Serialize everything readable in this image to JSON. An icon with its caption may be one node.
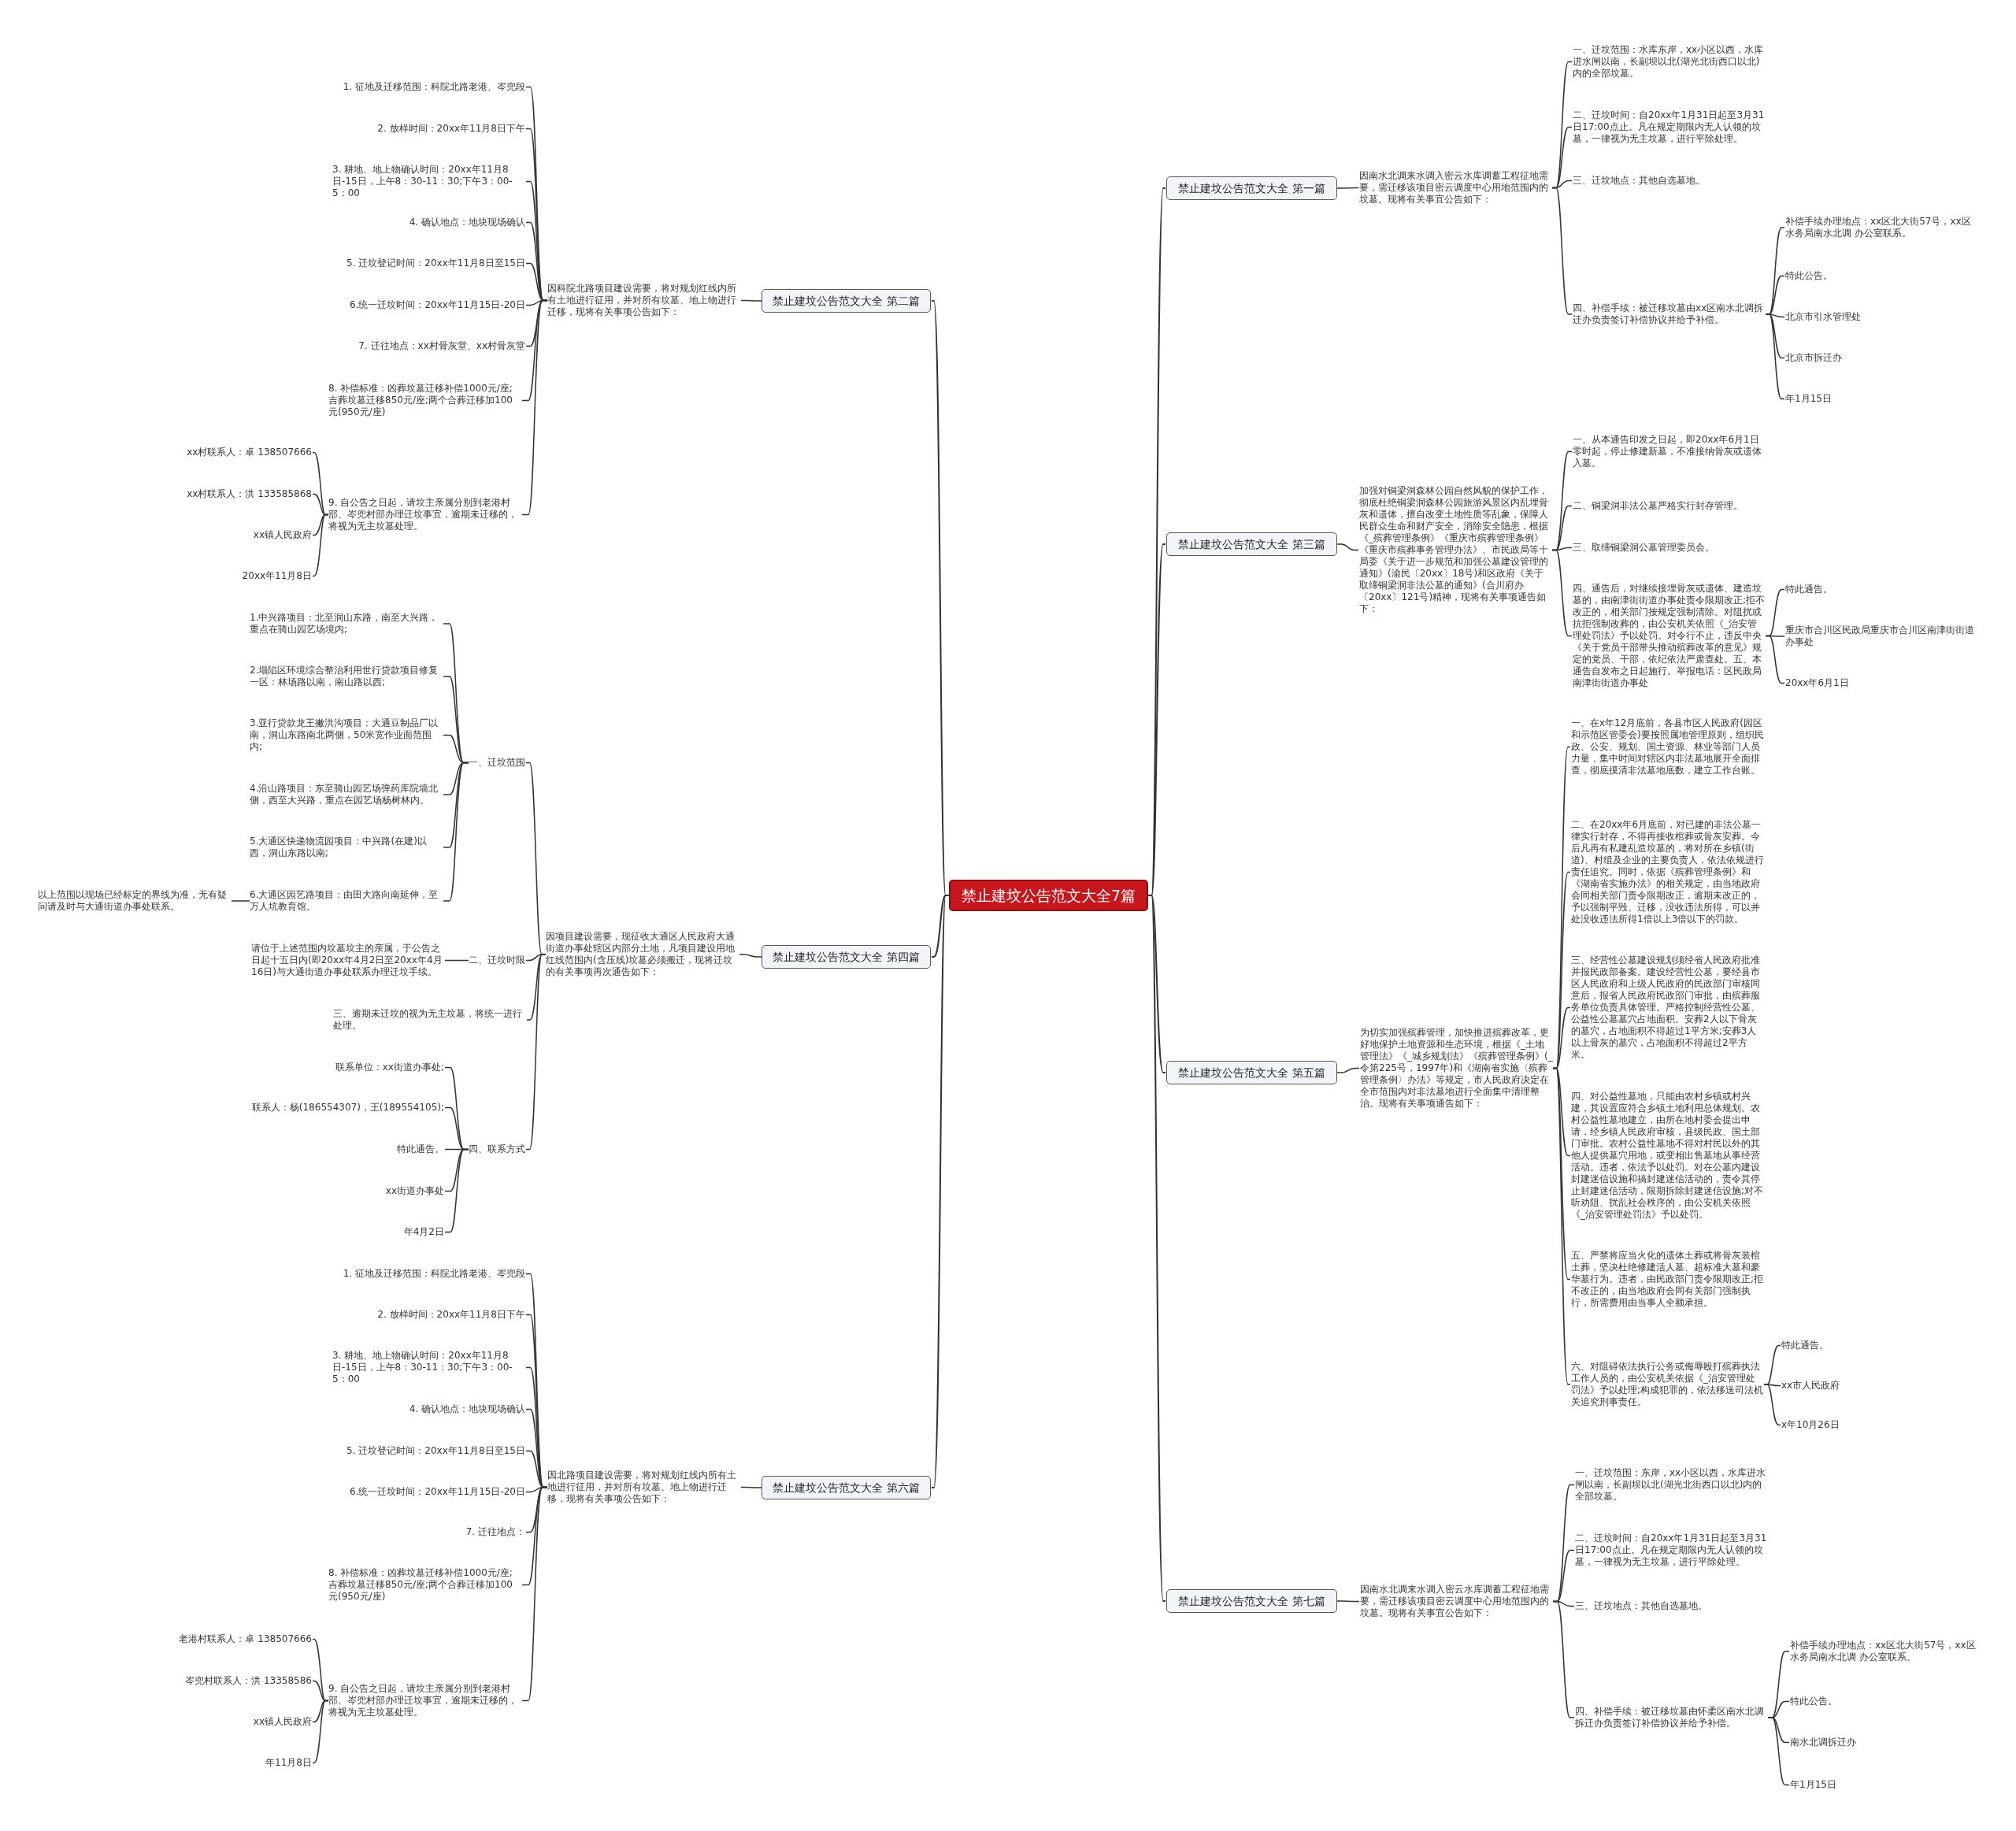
{
  "diagram": {
    "nodes": [
      {
        "text": [
          "禁止建坟公告范文大全7篇"
        ]
      },
      {
        "text": [
          "禁止建坟公告范文大全 第一篇"
        ]
      },
      {
        "text": [
          "因南水北调来水调入密云水库调蓄工程征地需要，需迁移该项目密云调度中心用地范围内的坟墓。现将有关事宜公告如下："
        ]
      },
      {
        "text": [
          "一、迁坟范围：水库东岸，xx小区以西，水库进水闸以南，长副坝以北(湖光北街西口以北)内的全部坟墓。"
        ]
      },
      {
        "text": [
          "二、迁坟时间：自20xx年1月31日起至3月31日17:00点止。凡在规定期限内无人认领的坟墓，一律视为无主坟墓，进行平除处理。"
        ]
      },
      {
        "text": [
          "三、迁坟地点：其他自选墓地。"
        ]
      },
      {
        "text": [
          "四、补偿手续：被迁移坟墓由xx区南水北调拆迁办负责签订补偿协议并给予补偿。"
        ]
      },
      {
        "text": [
          "补偿手续办理地点：xx区北大街57号，xx区水务局南水北调 办公室联系。"
        ]
      },
      {
        "text": [
          "特此公告。"
        ]
      },
      {
        "text": [
          "北京市引水管理处"
        ]
      },
      {
        "text": [
          "北京市拆迁办"
        ]
      },
      {
        "text": [
          "年1月15日"
        ]
      },
      {
        "text": [
          "禁止建坟公告范文大全 第二篇"
        ]
      },
      {
        "text": [
          "因科院北路项目建设需要，将对规划红线内所有土地进行征用，并对所有坟墓、地上物进行迁移，现将有关事项公告如下："
        ]
      },
      {
        "text": [
          "1. 征地及迁移范围：科院北路老港、岑兜段"
        ]
      },
      {
        "text": [
          "2. 放样时间：20xx年11月8日下午"
        ]
      },
      {
        "text": [
          "3. 耕地、地上物确认时间：20xx年11月8日-15日，上午8：30-11：30;下午3：00-5：00"
        ]
      },
      {
        "text": [
          "4. 确认地点：地块现场确认"
        ]
      },
      {
        "text": [
          "5. 迁坟登记时间：20xx年11月8日至15日"
        ]
      },
      {
        "text": [
          "6.统一迁坟时间：20xx年11月15日-20日"
        ]
      },
      {
        "text": [
          "7. 迁往地点：xx村骨灰堂、xx村骨灰堂"
        ]
      },
      {
        "text": [
          "8. 补偿标准：凶葬坟墓迁移补偿1000元/座;吉葬坟墓迁移850元/座;两个合葬迁移加100元(950元/座)"
        ]
      },
      {
        "text": [
          "9. 自公告之日起，请坟主亲属分别到老港村部、岑兜村部办理迁坟事宜，逾期未迁移的，将视为无主坟墓处理。"
        ]
      },
      {
        "text": [
          "xx村联系人：卓 138507666"
        ]
      },
      {
        "text": [
          "xx村联系人：洪 133585868"
        ]
      },
      {
        "text": [
          "xx镇人民政府"
        ]
      },
      {
        "text": [
          "20xx年11月8日"
        ]
      },
      {
        "text": [
          "禁止建坟公告范文大全 第三篇"
        ]
      },
      {
        "text": [
          "加强对铜梁洞森林公园自然风貌的保护工作，彻底杜绝铜梁洞森林公园旅游风景区内乱埋骨灰和遗体，擅自改变土地性质等乱象，保障人民群众生命和财产安全，消除安全隐患，根据《_殡葬管理条例》《重庆市殡葬管理条例》《重庆市殡葬事务管理办法》、市民政局等十局委《关于进一步规范和加强公墓建设管理的通知》(渝民〔20xx〕18号)和区政府《关于取缔铜梁洞非法公墓的通知》(合川府办〔20xx〕121号)精神，现将有关事项通告如下："
        ]
      },
      {
        "text": [
          "一、从本通告印发之日起，即20xx年6月1日零时起，停止修建新墓，不准接纳骨灰或遗体入墓。"
        ]
      },
      {
        "text": [
          "二、铜梁洞非法公墓严格实行封存管理。"
        ]
      },
      {
        "text": [
          "三、取缔铜梁洞公墓管理委员会。"
        ]
      },
      {
        "text": [
          "四、通告后，对继续接埋骨灰或遗体、建造坟墓的，由南津街街道办事处责令限期改正;拒不改正的，相关部门按规定强制清除。对阻扰或抗拒强制改葬的，由公安机关依照《_治安管理处罚法》予以处罚。对令行不止，违反中央《关于党员干部带头推动殡葬改革的意见》规定的党员、干部，依纪依法严肃查处。五、本通告自发布之日起施行。举报电话：区民政局南津街街道办事处"
        ]
      },
      {
        "text": [
          "特此通告。"
        ]
      },
      {
        "text": [
          "重庆市合川区民政局重庆市合川区南津街街道办事处"
        ]
      },
      {
        "text": [
          "20xx年6月1日"
        ]
      },
      {
        "text": [
          "禁止建坟公告范文大全 第四篇"
        ]
      },
      {
        "text": [
          "因项目建设需要，现征收大通区人民政府大通街道办事处辖区内部分土地，凡项目建设用地红线范围内(含压线)坟墓必须搬迁，现将迁坟的有关事项再次通告如下："
        ]
      },
      {
        "text": [
          "一、迁坟范围"
        ]
      },
      {
        "text": [
          "1.中兴路项目：北至洞山东路，南至大兴路，重点在骑山园艺场境内;"
        ]
      },
      {
        "text": [
          "2.塌陷区环境综合整治利用世行贷款项目修复一区：林场路以南，南山路以西;"
        ]
      },
      {
        "text": [
          "3.亚行贷款龙王撇洪沟项目：大通豆制品厂以南，洞山东路南北两侧，50米宽作业面范围内;"
        ]
      },
      {
        "text": [
          "4.沿山路项目：东至骑山园艺场弹药库院墙北侧，西至大兴路，重点在园艺场杨树林内。"
        ]
      },
      {
        "text": [
          "5.大通区快递物流园项目：中兴路(在建)以西，洞山东路以南;"
        ]
      },
      {
        "text": [
          "6.大通区园艺路项目：由田大路向南延伸，至万人坑教育馆。"
        ]
      },
      {
        "text": [
          "以上范围以现场已经标定的界线为准，无有疑问请及时与大通街道办事处联系。"
        ]
      },
      {
        "text": [
          "二、迁坟时限"
        ]
      },
      {
        "text": [
          "请位于上述范围内坟墓坟主的亲属，于公告之日起十五日内(即20xx年4月2日至20xx年4月16日)与大通街道办事处联系办理迁坟手续。"
        ]
      },
      {
        "text": [
          "三、逾期未迁坟的视为无主坟墓，将统一进行处理。"
        ]
      },
      {
        "text": [
          "四、联系方式"
        ]
      },
      {
        "text": [
          "联系单位：xx街道办事处;"
        ]
      },
      {
        "text": [
          "联系人：杨(186554307)，王(189554105);"
        ]
      },
      {
        "text": [
          "特此通告。"
        ]
      },
      {
        "text": [
          "xx街道办事处"
        ]
      },
      {
        "text": [
          "年4月2日"
        ]
      },
      {
        "text": [
          "禁止建坟公告范文大全 第五篇"
        ]
      },
      {
        "text": [
          "为切实加强殡葬管理，加快推进殡葬改革，更好地保护土地资源和生态环境，根据《_土地管理法》《_城乡规划法》《殡葬管理条例》(_令第225号，1997年)和《湖南省实施〈殡葬管理条例〉办法》等规定，市人民政府决定在全市范围内对非法墓地进行全面集中清理整治。现将有关事项通告如下："
        ]
      },
      {
        "text": [
          "一、在x年12月底前，各县市区人民政府(园区和示范区管委会)要按照属地管理原则，组织民政、公安、规划、国土资源、林业等部门人员力量，集中时间对辖区内非法墓地展开全面排查，彻底摸清非法墓地底数，建立工作台账。"
        ]
      },
      {
        "text": [
          "二、在20xx年6月底前，对已建的非法公墓一律实行封存，不得再接收棺葬或骨灰安葬。今后凡再有私建乱造坟墓的，将对所在乡镇(街道)、村组及企业的主要负责人，依法依规进行责任追究。同时，依据《殡葬管理条例》和《湖南省实施办法》的相关规定，由当地政府会同相关部门责令限期改正，逾期未改正的，予以强制平毁、迁移，没收违法所得，可以并处没收违法所得1倍以上3倍以下的罚款。"
        ]
      },
      {
        "text": [
          "三、经营性公墓建设规划须经省人民政府批准并报民政部备案。建设经营性公墓，要经县市区人民政府和上级人民政府的民政部门审核同意后，报省人民政府民政部门审批，由殡葬服务单位负责具体管理。严格控制经营性公墓、公益性公墓墓穴占地面积。安葬2人以下骨灰的墓穴，占地面积不得超过1平方米;安葬3人以上骨灰的墓穴，占地面积不得超过2平方米。"
        ]
      },
      {
        "text": [
          "四、对公益性墓地，只能由农村乡镇或村兴建，其设置应符合乡镇土地利用总体规划。农村公益性墓地建立，由所在地村委会提出申请，经乡镇人民政府审核，县级民政、国土部门审批。农村公益性墓地不得对村民以外的其他人提供墓穴用地，或变相出售墓地从事经营活动。违者，依法予以处罚。对在公墓内建设封建迷信设施和搞封建迷信活动的，责令其停止封建迷信活动，限期拆除封建迷信设施;对不听劝阻、扰乱社会秩序的，由公安机关依照《_治安管理处罚法》予以处罚。"
        ]
      },
      {
        "text": [
          "五、严禁将应当火化的遗体土葬或将骨灰装棺土葬，坚决杜绝修建活人墓、超标准大墓和豪华墓行为。违者，由民政部门责令限期改正;拒不改正的，由当地政府会同有关部门强制执行，所需费用由当事人全额承担。"
        ]
      },
      {
        "text": [
          "六、对阻碍依法执行公务或侮辱殴打殡葬执法工作人员的，由公安机关依据《_治安管理处罚法》予以处理;构成犯罪的，依法移送司法机关追究刑事责任。"
        ]
      },
      {
        "text": [
          "特此通告。"
        ]
      },
      {
        "text": [
          "xx市人民政府"
        ]
      },
      {
        "text": [
          "x年10月26日"
        ]
      },
      {
        "text": [
          "禁止建坟公告范文大全 第六篇"
        ]
      },
      {
        "text": [
          "因北路项目建设需要，将对规划红线内所有土地进行征用，并对所有坟墓、地上物进行迁移，现将有关事项公告如下："
        ]
      },
      {
        "text": [
          "1. 征地及迁移范围：科院北路老港、岑兜段"
        ]
      },
      {
        "text": [
          "2. 放样时间：20xx年11月8日下午"
        ]
      },
      {
        "text": [
          "3. 耕地、地上物确认时间：20xx年11月8日-15日，上午8：30-11：30;下午3：00-5：00"
        ]
      },
      {
        "text": [
          "4. 确认地点：地块现场确认"
        ]
      },
      {
        "text": [
          "5. 迁坟登记时间：20xx年11月8日至15日"
        ]
      },
      {
        "text": [
          "6.统一迁坟时间：20xx年11月15日-20日"
        ]
      },
      {
        "text": [
          "7. 迁往地点："
        ]
      },
      {
        "text": [
          "8. 补偿标准：凶葬坟墓迁移补偿1000元/座;吉葬坟墓迁移850元/座;两个合葬迁移加100元(950元/座)"
        ]
      },
      {
        "text": [
          "9. 自公告之日起，请坟主亲属分别到老港村部、岑兜村部办理迁坟事宜，逾期未迁移的，将视为无主坟墓处理。"
        ]
      },
      {
        "text": [
          "老港村联系人：卓 138507666"
        ]
      },
      {
        "text": [
          "岑兜村联系人：洪 13358586"
        ]
      },
      {
        "text": [
          "xx镇人民政府"
        ]
      },
      {
        "text": [
          "年11月8日"
        ]
      },
      {
        "text": [
          "禁止建坟公告范文大全 第七篇"
        ]
      },
      {
        "text": [
          "因南水北调来水调入密云水库调蓄工程征地需要，需迁移该项目密云调度中心用地范围内的坟墓。现将有关事宜公告如下："
        ]
      },
      {
        "text": [
          "一、迁坟范围：东岸，xx小区以西，水库进水闸以南，长副坝以北(湖光北街西口以北)内的全部坟墓。"
        ]
      },
      {
        "text": [
          "二、迁坟时间：自20xx年1月31日起至3月31日17:00点止。凡在规定期限内无人认领的坟墓，一律视为无主坟墓，进行平除处理。"
        ]
      },
      {
        "text": [
          "三、迁坟地点：其他自选墓地。"
        ]
      },
      {
        "text": [
          "四、补偿手续：被迁移坟墓由怀柔区南水北调拆迁办负责签订补偿协议并给予补偿。"
        ]
      },
      {
        "text": [
          "补偿手续办理地点：xx区北大街57号，xx区水务局南水北调 办公室联系。"
        ]
      },
      {
        "text": [
          "特此公告。"
        ]
      },
      {
        "text": [
          "南水北调拆迁办"
        ]
      },
      {
        "text": [
          "年1月15日"
        ]
      }
    ],
    "edges": [
      {
        "from": 0,
        "to": 1,
        "arrow": "none"
      },
      {
        "from": 1,
        "to": 2,
        "arrow": "none"
      },
      {
        "from": 2,
        "to": 3,
        "arrow": "none"
      },
      {
        "from": 2,
        "to": 4,
        "arrow": "none"
      },
      {
        "from": 2,
        "to": 5,
        "arrow": "none"
      },
      {
        "from": 2,
        "to": 6,
        "arrow": "none"
      },
      {
        "from": 6,
        "to": 7,
        "arrow": "none"
      },
      {
        "from": 6,
        "to": 8,
        "arrow": "none"
      },
      {
        "from": 6,
        "to": 9,
        "arrow": "none"
      },
      {
        "from": 6,
        "to": 10,
        "arrow": "none"
      },
      {
        "from": 6,
        "to": 11,
        "arrow": "none"
      },
      {
        "from": 0,
        "to": 12,
        "arrow": "none"
      },
      {
        "from": 12,
        "to": 13,
        "arrow": "none"
      },
      {
        "from": 13,
        "to": 14,
        "arrow": "none"
      },
      {
        "from": 13,
        "to": 15,
        "arrow": "none"
      },
      {
        "from": 13,
        "to": 16,
        "arrow": "none"
      },
      {
        "from": 13,
        "to": 17,
        "arrow": "none"
      },
      {
        "from": 13,
        "to": 18,
        "arrow": "none"
      },
      {
        "from": 13,
        "to": 19,
        "arrow": "none"
      },
      {
        "from": 13,
        "to": 20,
        "arrow": "none"
      },
      {
        "from": 13,
        "to": 21,
        "arrow": "none"
      },
      {
        "from": 13,
        "to": 22,
        "arrow": "none"
      },
      {
        "from": 22,
        "to": 23,
        "arrow": "none"
      },
      {
        "from": 22,
        "to": 24,
        "arrow": "none"
      },
      {
        "from": 22,
        "to": 25,
        "arrow": "none"
      },
      {
        "from": 22,
        "to": 26,
        "arrow": "none"
      },
      {
        "from": 0,
        "to": 27,
        "arrow": "none"
      },
      {
        "from": 27,
        "to": 28,
        "arrow": "none"
      },
      {
        "from": 28,
        "to": 29,
        "arrow": "none"
      },
      {
        "from": 28,
        "to": 30,
        "arrow": "none"
      },
      {
        "from": 28,
        "to": 31,
        "arrow": "none"
      },
      {
        "from": 28,
        "to": 32,
        "arrow": "none"
      },
      {
        "from": 32,
        "to": 33,
        "arrow": "none"
      },
      {
        "from": 32,
        "to": 34,
        "arrow": "none"
      },
      {
        "from": 32,
        "to": 35,
        "arrow": "none"
      },
      {
        "from": 0,
        "to": 36,
        "arrow": "none"
      },
      {
        "from": 36,
        "to": 37,
        "arrow": "none"
      },
      {
        "from": 37,
        "to": 38,
        "arrow": "none"
      },
      {
        "from": 38,
        "to": 39,
        "arrow": "none"
      },
      {
        "from": 38,
        "to": 40,
        "arrow": "none"
      },
      {
        "from": 38,
        "to": 41,
        "arrow": "none"
      },
      {
        "from": 38,
        "to": 42,
        "arrow": "none"
      },
      {
        "from": 38,
        "to": 43,
        "arrow": "none"
      },
      {
        "from": 38,
        "to": 44,
        "arrow": "none"
      },
      {
        "from": 44,
        "to": 45,
        "arrow": "none"
      },
      {
        "from": 37,
        "to": 46,
        "arrow": "none"
      },
      {
        "from": 46,
        "to": 47,
        "arrow": "none"
      },
      {
        "from": 37,
        "to": 48,
        "arrow": "none"
      },
      {
        "from": 37,
        "to": 49,
        "arrow": "none"
      },
      {
        "from": 49,
        "to": 50,
        "arrow": "none"
      },
      {
        "from": 49,
        "to": 51,
        "arrow": "none"
      },
      {
        "from": 49,
        "to": 52,
        "arrow": "none"
      },
      {
        "from": 49,
        "to": 53,
        "arrow": "none"
      },
      {
        "from": 49,
        "to": 54,
        "arrow": "none"
      },
      {
        "from": 0,
        "to": 55,
        "arrow": "none"
      },
      {
        "from": 55,
        "to": 56,
        "arrow": "none"
      },
      {
        "from": 56,
        "to": 57,
        "arrow": "none"
      },
      {
        "from": 56,
        "to": 58,
        "arrow": "none"
      },
      {
        "from": 56,
        "to": 59,
        "arrow": "none"
      },
      {
        "from": 56,
        "to": 60,
        "arrow": "none"
      },
      {
        "from": 56,
        "to": 61,
        "arrow": "none"
      },
      {
        "from": 56,
        "to": 62,
        "arrow": "none"
      },
      {
        "from": 62,
        "to": 63,
        "arrow": "none"
      },
      {
        "from": 62,
        "to": 64,
        "arrow": "none"
      },
      {
        "from": 62,
        "to": 65,
        "arrow": "none"
      },
      {
        "from": 0,
        "to": 66,
        "arrow": "none"
      },
      {
        "from": 66,
        "to": 67,
        "arrow": "none"
      },
      {
        "from": 67,
        "to": 68,
        "arrow": "none"
      },
      {
        "from": 67,
        "to": 69,
        "arrow": "none"
      },
      {
        "from": 67,
        "to": 70,
        "arrow": "none"
      },
      {
        "from": 67,
        "to": 71,
        "arrow": "none"
      },
      {
        "from": 67,
        "to": 72,
        "arrow": "none"
      },
      {
        "from": 67,
        "to": 73,
        "arrow": "none"
      },
      {
        "from": 67,
        "to": 74,
        "arrow": "none"
      },
      {
        "from": 67,
        "to": 75,
        "arrow": "none"
      },
      {
        "from": 67,
        "to": 76,
        "arrow": "none"
      },
      {
        "from": 76,
        "to": 77,
        "arrow": "none"
      },
      {
        "from": 76,
        "to": 78,
        "arrow": "none"
      },
      {
        "from": 76,
        "to": 79,
        "arrow": "none"
      },
      {
        "from": 76,
        "to": 80,
        "arrow": "none"
      },
      {
        "from": 0,
        "to": 81,
        "arrow": "none"
      },
      {
        "from": 81,
        "to": 82,
        "arrow": "none"
      },
      {
        "from": 82,
        "to": 83,
        "arrow": "none"
      },
      {
        "from": 82,
        "to": 84,
        "arrow": "none"
      },
      {
        "from": 82,
        "to": 85,
        "arrow": "none"
      },
      {
        "from": 82,
        "to": 86,
        "arrow": "none"
      },
      {
        "from": 86,
        "to": 87,
        "arrow": "none"
      },
      {
        "from": 86,
        "to": 88,
        "arrow": "none"
      },
      {
        "from": 86,
        "to": 89,
        "arrow": "none"
      },
      {
        "from": 86,
        "to": 90,
        "arrow": "none"
      }
    ]
  }
}
